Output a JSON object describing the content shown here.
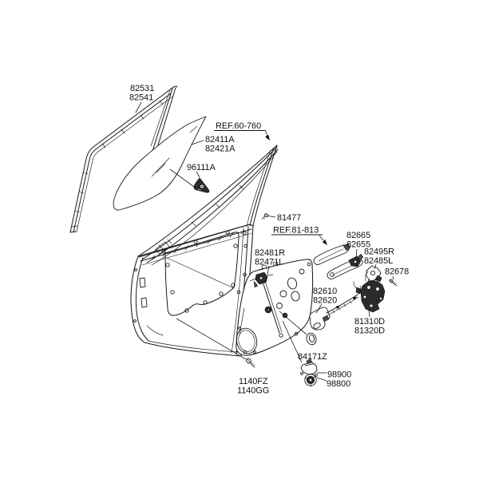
{
  "colors": {
    "line": "#1a1a1a",
    "dark_fill": "#2b2b2b",
    "background": "#ffffff"
  },
  "parts": {
    "window_run": {
      "label_line1": "82531",
      "label_line2": "82541"
    },
    "door_ref": {
      "label": "REF.60-760"
    },
    "glass": {
      "label_line1": "82411A",
      "label_line2": "82421A"
    },
    "corner_cover": {
      "label": "96111A"
    },
    "screw_81477": {
      "label": "81477"
    },
    "trim_ref": {
      "label": "REF.81-813"
    },
    "module_panel": {
      "label_line1": "82481R",
      "label_line2": "82471L"
    },
    "outside_handle": {
      "label_line1": "82665",
      "label_line2": "82655"
    },
    "handle_bracket": {
      "label_line1": "82495R",
      "label_line2": "82485L"
    },
    "screw_82678": {
      "label": "82678"
    },
    "handle_base": {
      "label_line1": "82610",
      "label_line2": "82620"
    },
    "latch": {
      "label_line1": "81310D",
      "label_line2": "81320D"
    },
    "grommet": {
      "label": "84171Z"
    },
    "motor": {
      "label_line1": "98900",
      "label_line2": "98800"
    },
    "mount_bolt": {
      "label_line1": "1140FZ",
      "label_line2": "1140GG"
    }
  }
}
